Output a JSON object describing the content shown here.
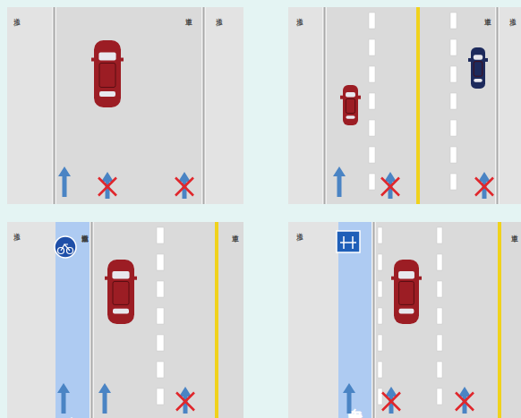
{
  "diagram": {
    "nodes": [
      {
        "text": [
          "自転車道"
        ]
      },
      {
        "text": [
          "自転車専用通行帯"
        ]
      }
    ],
    "labels": [
      "歩道",
      "車道",
      "歩道",
      "歩道",
      "車道",
      "歩道",
      "歩道",
      "自転車道",
      "車道",
      "歩道",
      "車道"
    ]
  }
}
